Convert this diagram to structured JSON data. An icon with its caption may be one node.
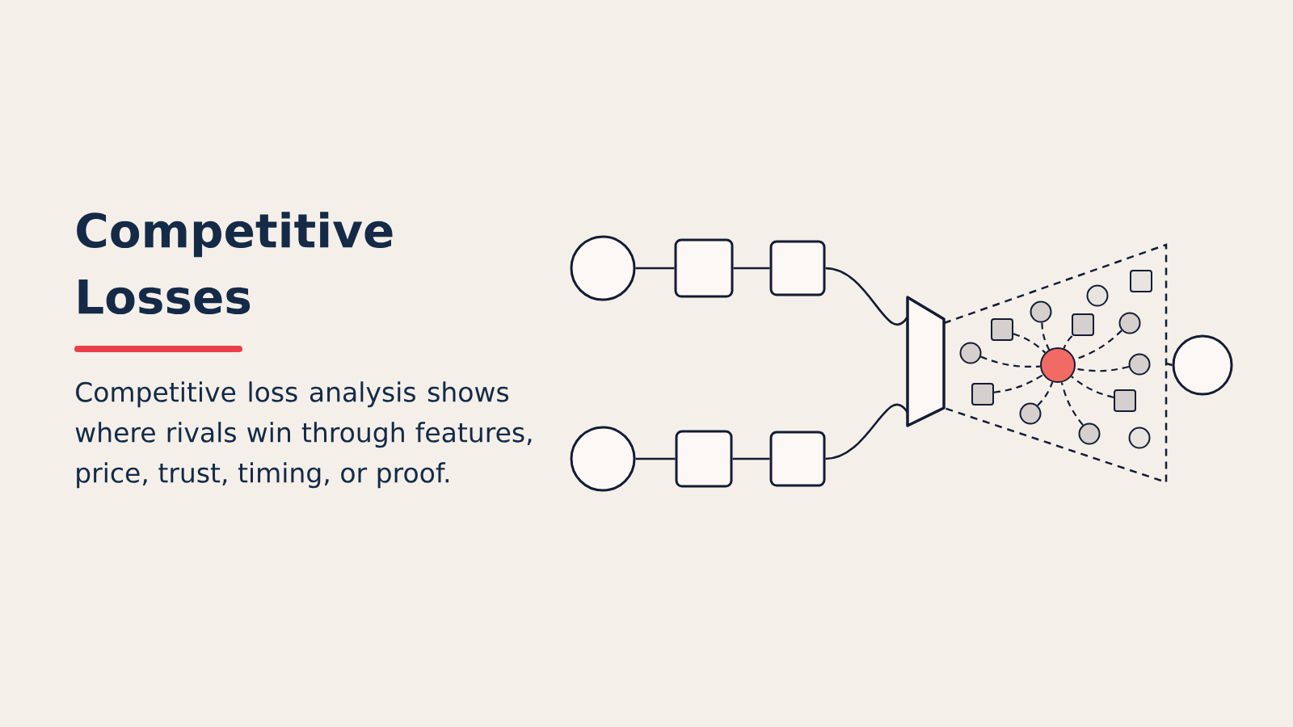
{
  "diagram": {
    "title": "Competitive Losses",
    "nodes": [
      {
        "text": [],
        "shape": "circle"
      },
      {
        "text": [],
        "shape": "box"
      },
      {
        "text": [],
        "shape": "box"
      },
      {
        "text": [],
        "shape": "circle"
      },
      {
        "text": [],
        "shape": "box"
      },
      {
        "text": [],
        "shape": "box"
      },
      {
        "text": [],
        "shape": "trapezoid"
      },
      {
        "text": [],
        "shape": "trapezoid"
      },
      {
        "text": [],
        "shape": "box",
        "in": 7
      },
      {
        "text": [],
        "shape": "circle",
        "in": 7
      },
      {
        "text": [],
        "shape": "circle",
        "in": 7
      },
      {
        "text": [],
        "shape": "circle",
        "in": 7
      },
      {
        "text": [],
        "shape": "box",
        "in": 7
      },
      {
        "text": [],
        "shape": "box",
        "in": 7
      },
      {
        "text": [],
        "shape": "circle",
        "in": 7
      },
      {
        "text": [],
        "shape": "circle",
        "in": 7
      },
      {
        "text": [],
        "shape": "circle",
        "in": 7
      },
      {
        "text": [],
        "shape": "box",
        "in": 7
      },
      {
        "text": [],
        "shape": "box",
        "in": 7
      },
      {
        "text": [],
        "shape": "circle",
        "in": 7
      },
      {
        "text": [],
        "shape": "circle",
        "in": 7
      },
      {
        "text": [],
        "shape": "circle",
        "in": 7
      },
      {
        "text": [],
        "shape": "circle"
      }
    ],
    "edges": [
      {
        "from": 0,
        "to": 1,
        "arrow": "none"
      },
      {
        "from": 1,
        "to": 2,
        "arrow": "none"
      },
      {
        "from": 2,
        "to": 6,
        "arrow": "none"
      },
      {
        "from": 3,
        "to": 4,
        "arrow": "none"
      },
      {
        "from": 4,
        "to": 5,
        "arrow": "none"
      },
      {
        "from": 5,
        "to": 6,
        "arrow": "none"
      },
      {
        "from": 10,
        "to": 15,
        "arrow": "none",
        "style": "dashed"
      },
      {
        "from": 11,
        "to": 15,
        "arrow": "none",
        "style": "dashed"
      },
      {
        "from": 12,
        "to": 15,
        "arrow": "none",
        "style": "dashed"
      },
      {
        "from": 13,
        "to": 15,
        "arrow": "none",
        "style": "dashed"
      },
      {
        "from": 14,
        "to": 15,
        "arrow": "none",
        "style": "dashed"
      },
      {
        "from": 16,
        "to": 15,
        "arrow": "none",
        "style": "dashed"
      },
      {
        "from": 17,
        "to": 15,
        "arrow": "none",
        "style": "dashed"
      },
      {
        "from": 18,
        "to": 15,
        "arrow": "none",
        "style": "dashed"
      },
      {
        "from": 19,
        "to": 15,
        "arrow": "none",
        "style": "dashed"
      },
      {
        "from": 20,
        "to": 15,
        "arrow": "none",
        "style": "dashed"
      },
      {
        "from": 7,
        "to": 22,
        "arrow": "none"
      }
    ],
    "labels": [
      "Competitive loss analysis shows where rivals win through features, price, trust, timing, or proof."
    ]
  }
}
